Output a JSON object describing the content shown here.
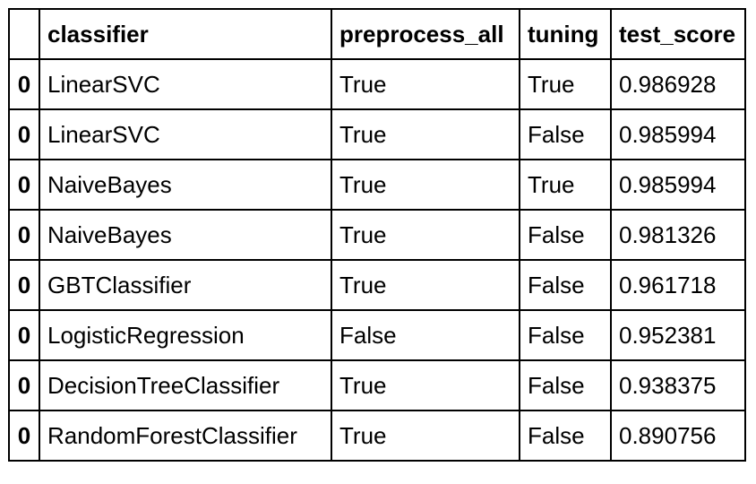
{
  "table": {
    "columns": [
      "",
      "classifier",
      "preprocess_all",
      "tuning",
      "test_score"
    ],
    "rows": [
      {
        "index": "0",
        "classifier": "LinearSVC",
        "preprocess_all": "True",
        "tuning": "True",
        "test_score": "0.986928"
      },
      {
        "index": "0",
        "classifier": "LinearSVC",
        "preprocess_all": "True",
        "tuning": "False",
        "test_score": "0.985994"
      },
      {
        "index": "0",
        "classifier": "NaiveBayes",
        "preprocess_all": "True",
        "tuning": "True",
        "test_score": "0.985994"
      },
      {
        "index": "0",
        "classifier": "NaiveBayes",
        "preprocess_all": "True",
        "tuning": "False",
        "test_score": "0.981326"
      },
      {
        "index": "0",
        "classifier": "GBTClassifier",
        "preprocess_all": "True",
        "tuning": "False",
        "test_score": "0.961718"
      },
      {
        "index": "0",
        "classifier": "LogisticRegression",
        "preprocess_all": "False",
        "tuning": "False",
        "test_score": "0.952381"
      },
      {
        "index": "0",
        "classifier": "DecisionTreeClassifier",
        "preprocess_all": "True",
        "tuning": "False",
        "test_score": "0.938375"
      },
      {
        "index": "0",
        "classifier": "RandomForestClassifier",
        "preprocess_all": "True",
        "tuning": "False",
        "test_score": "0.890756"
      }
    ]
  }
}
